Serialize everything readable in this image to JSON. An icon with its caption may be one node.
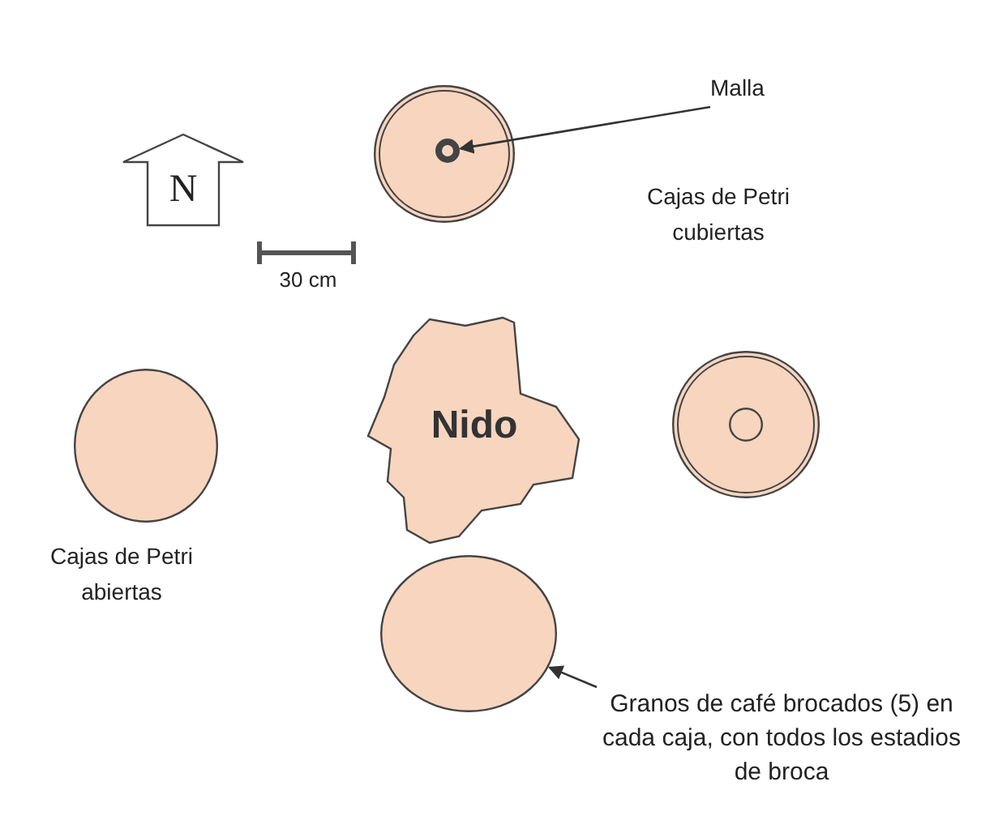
{
  "diagram": {
    "nodes": [
      {
        "text": [
          "N"
        ]
      },
      {
        "text": [],
        "shape": "circle"
      },
      {
        "text": [],
        "shape": "circle",
        "in": 1
      },
      {
        "text": [
          "Malla"
        ]
      },
      {
        "text": [],
        "shape": "circle"
      },
      {
        "text": [
          "Nido"
        ]
      },
      {
        "text": [],
        "shape": "circle"
      },
      {
        "text": [],
        "shape": "circle",
        "in": 6
      },
      {
        "text": [],
        "shape": "circle"
      },
      {
        "text": [
          "Granos de café brocados (5) en cada caja, con todos los estadios de broca"
        ]
      }
    ],
    "edges": [
      {
        "from": 3,
        "to": 2,
        "arrow": "to"
      },
      {
        "from": 9,
        "to": 8,
        "arrow": "to"
      }
    ],
    "labels": [
      "30 cm",
      "Cajas de Petri cubiertas",
      "Cajas de Petri abiertas"
    ]
  }
}
